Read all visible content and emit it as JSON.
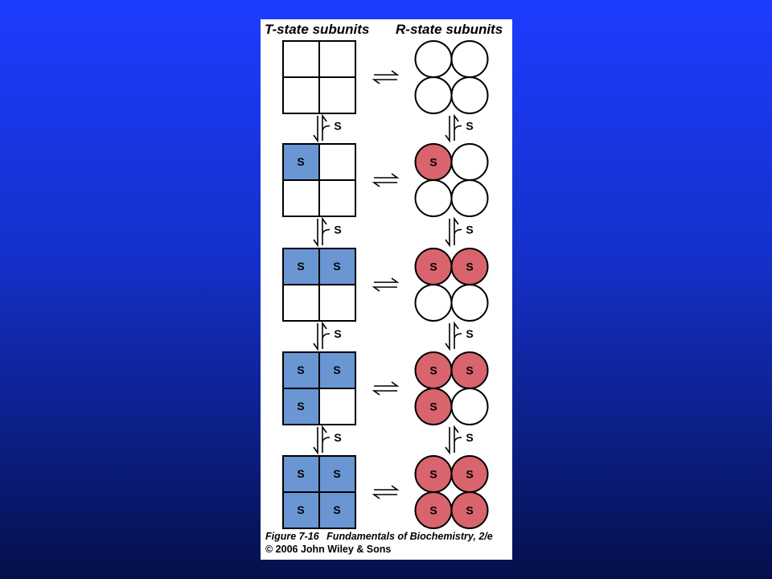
{
  "headers": {
    "t_state": "T-state subunits",
    "r_state": "R-state subunits"
  },
  "substrate_label": "S",
  "colors": {
    "t_bound": "#6a96d4",
    "r_bound": "#d9646e",
    "empty": "#ffffff",
    "outline": "#000000"
  },
  "states": [
    {
      "t_bound": [
        false,
        false,
        false,
        false
      ],
      "r_bound": [
        false,
        false,
        false,
        false
      ]
    },
    {
      "t_bound": [
        true,
        false,
        false,
        false
      ],
      "r_bound": [
        true,
        false,
        false,
        false
      ]
    },
    {
      "t_bound": [
        true,
        true,
        false,
        false
      ],
      "r_bound": [
        true,
        true,
        false,
        false
      ]
    },
    {
      "t_bound": [
        true,
        true,
        true,
        false
      ],
      "r_bound": [
        true,
        true,
        true,
        false
      ]
    },
    {
      "t_bound": [
        true,
        true,
        true,
        true
      ],
      "r_bound": [
        true,
        true,
        true,
        true
      ]
    }
  ],
  "caption": {
    "figure": "Figure 7-16",
    "book": "Fundamentals of Biochemistry, 2/e",
    "copyright": "© 2006 John Wiley & Sons"
  }
}
